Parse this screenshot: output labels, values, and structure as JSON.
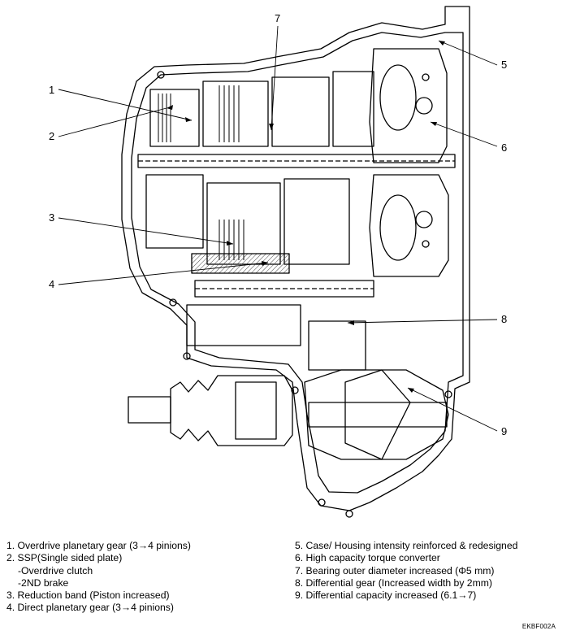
{
  "callouts": [
    "1",
    "2",
    "3",
    "4",
    "5",
    "6",
    "7",
    "8",
    "9"
  ],
  "legend_left": [
    "1.  Overdrive planetary gear (3→4 pinions)",
    "2.  SSP(Single sided plate)",
    "     -Overdrive clutch",
    "     -2ND brake",
    "3.  Reduction band (Piston increased)",
    "4.  Direct planetary gear (3→4 pinions)"
  ],
  "legend_right": [
    "5.  Case/ Housing intensity reinforced & redesigned",
    "6.  High capacity torque converter",
    "7.  Bearing outer diameter increased (Φ5 mm)",
    "8.  Differential gear (Increased width by 2mm)",
    "9.  Differential capacity increased (6.1→7)"
  ],
  "figure_code": "EKBF002A",
  "colors": {
    "ink": "#000000",
    "paper": "#ffffff",
    "hatch": "#444444"
  }
}
